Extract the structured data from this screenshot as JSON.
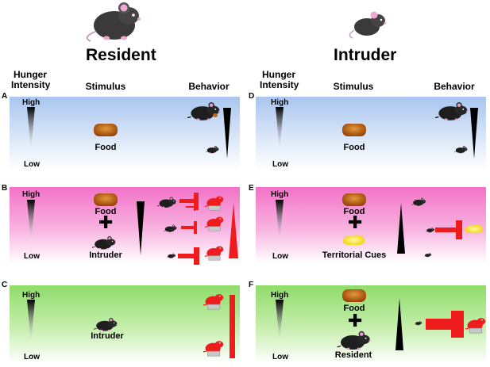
{
  "columns": {
    "left": {
      "title": "Resident",
      "hdr_hunger": "Hunger Intensity",
      "hdr_stimulus": "Stimulus",
      "hdr_behavior": "Behavior"
    },
    "right": {
      "title": "Intruder",
      "hdr_hunger": "Hunger Intensity",
      "hdr_stimulus": "Stimulus",
      "hdr_behavior": "Behavior"
    }
  },
  "panels": {
    "A": {
      "letter": "A",
      "high": "High",
      "low": "Low",
      "stim1": "Food"
    },
    "B": {
      "letter": "B",
      "high": "High",
      "low": "Low",
      "stim1": "Food",
      "stim2": "Intruder"
    },
    "C": {
      "letter": "C",
      "high": "High",
      "low": "Low",
      "stim1": "Intruder"
    },
    "D": {
      "letter": "D",
      "high": "High",
      "low": "Low",
      "stim1": "Food"
    },
    "E": {
      "letter": "E",
      "high": "High",
      "low": "Low",
      "stim1": "Food",
      "stim2": "Territorial Cues"
    },
    "F": {
      "letter": "F",
      "high": "High",
      "low": "Low",
      "stim1": "Food",
      "stim2": "Resident"
    }
  },
  "colors": {
    "blue_panel": "#a9c5ef",
    "pink_panel": "#f472c8",
    "green_panel": "#8fdc6a",
    "inhibit_red": "#ee1c1c",
    "food_orange": "#b85a14",
    "cue_yellow": "#f7e84a"
  },
  "icons": [
    "mouse-icon",
    "food-pellet-icon",
    "plus-icon",
    "inhibition-arrow-icon",
    "territorial-cue-icon",
    "wedge-icon",
    "hunger-gradient-icon"
  ]
}
